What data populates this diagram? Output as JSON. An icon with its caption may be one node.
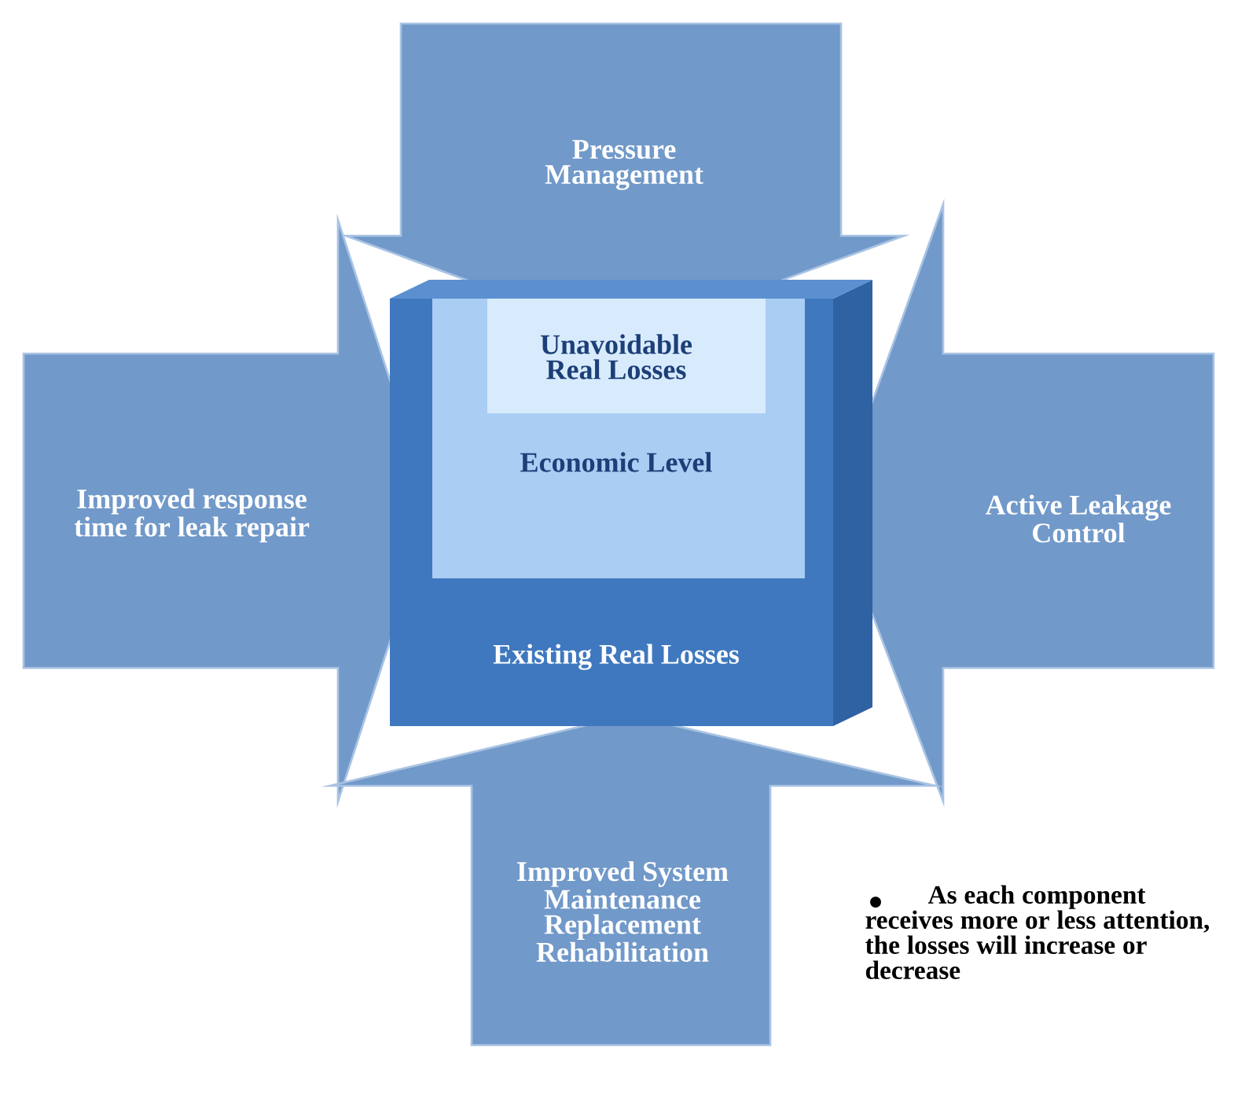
{
  "diagram": {
    "nodes": [
      {
        "text": [
          "Pressure Management"
        ]
      },
      {
        "text": [
          "Existing Real Losses"
        ]
      },
      {
        "text": [
          "Economic Level"
        ],
        "in": 1
      },
      {
        "text": [
          "Unavoidable Real Losses"
        ],
        "in": 2
      },
      {
        "text": [
          "Improved response time for leak repair"
        ]
      },
      {
        "text": [
          "Active Leakage Control"
        ]
      },
      {
        "text": [
          "Improved System Maintenance Replacement Rehabilitation"
        ]
      }
    ],
    "labels": [
      "As each component receives more or less attention, the losses will increase or decrease"
    ]
  }
}
